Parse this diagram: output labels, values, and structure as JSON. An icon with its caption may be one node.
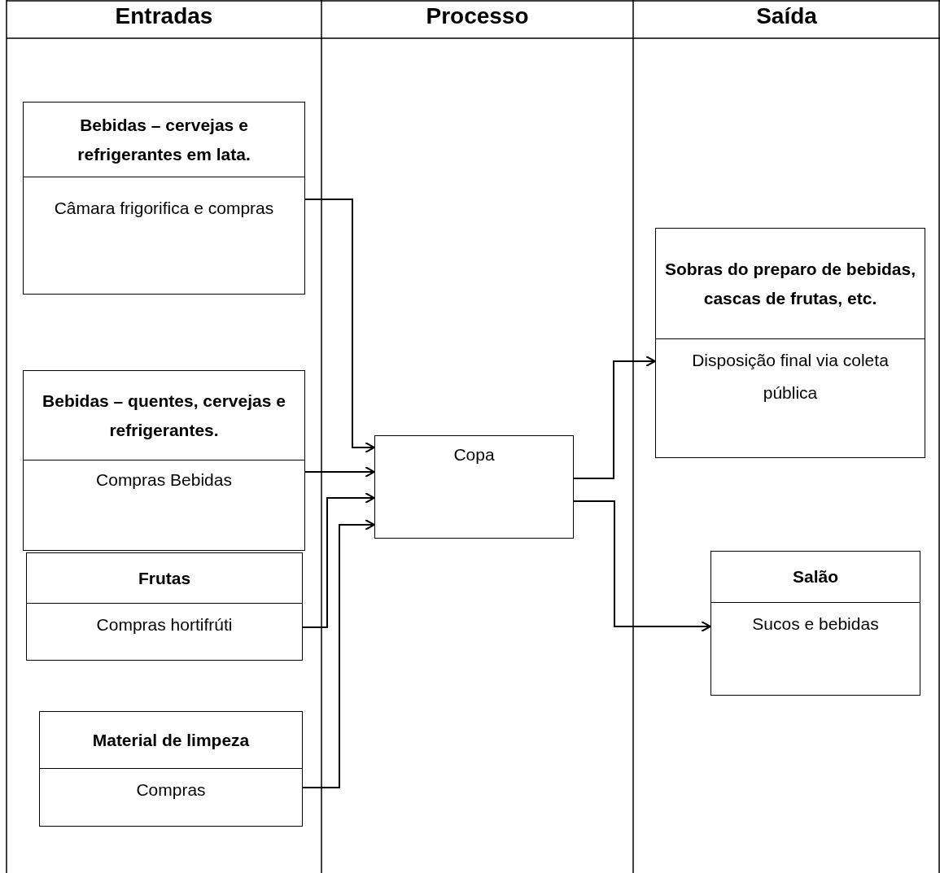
{
  "diagram": {
    "nodes": [
      {
        "text": [
          "Bebidas – cervejas e refrigerantes em lata.",
          "Câmara frigorifica e compras"
        ]
      },
      {
        "text": [
          "Bebidas – quentes, cervejas e refrigerantes.",
          "Compras Bebidas"
        ]
      },
      {
        "text": [
          "Frutas",
          "Compras hortifrúti"
        ]
      },
      {
        "text": [
          "Material de limpeza",
          "Compras"
        ]
      },
      {
        "text": [
          "Copa"
        ]
      },
      {
        "text": [
          "Sobras do preparo de bebidas, cascas de frutas, etc.",
          "Disposição final via coleta pública"
        ]
      },
      {
        "text": [
          "Salão",
          "Sucos e bebidas"
        ]
      }
    ],
    "edges": [
      {
        "from": 0,
        "to": 4,
        "arrow": "to"
      },
      {
        "from": 1,
        "to": 4,
        "arrow": "to"
      },
      {
        "from": 2,
        "to": 4,
        "arrow": "to"
      },
      {
        "from": 3,
        "to": 4,
        "arrow": "to"
      },
      {
        "from": 4,
        "to": 5,
        "arrow": "to"
      },
      {
        "from": 4,
        "to": 6,
        "arrow": "to"
      }
    ],
    "labels": [
      "Entradas",
      "Processo",
      "Saída"
    ]
  }
}
